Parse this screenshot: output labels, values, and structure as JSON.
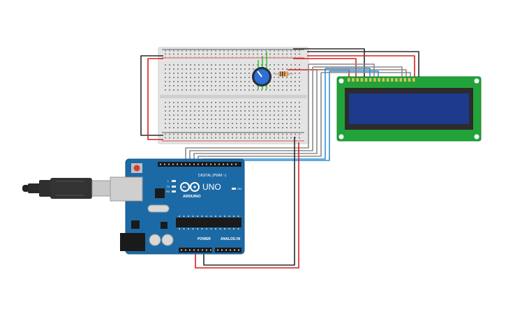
{
  "arduino": {
    "model_label": "UNO",
    "brand_label": "ARDUINO",
    "digital_label": "DIGITAL (PWM ~)",
    "power_label": "POWER",
    "analog_label": "ANALOG IN",
    "tx_label": "TX",
    "rx_label": "RX",
    "l_label": "L",
    "on_label": "ON",
    "board_color": "#1c6aa5",
    "icon": "arduino-infinity-logo"
  },
  "lcd": {
    "screen_text": "",
    "board_color": "#22a33a",
    "screen_color": "#1d3a8c",
    "pin_count": 16
  },
  "breadboard": {
    "color": "#e4e4e4"
  },
  "wire_colors": {
    "power": "#d42020",
    "ground": "#2a2a2a",
    "signal_gray": "#8a8a8a",
    "signal_blue": "#2f8fd6",
    "pot_leg": "#2ebd3a"
  },
  "components": [
    "arduino-uno",
    "usb-cable",
    "breadboard",
    "potentiometer",
    "resistor",
    "lcd-16x2"
  ]
}
